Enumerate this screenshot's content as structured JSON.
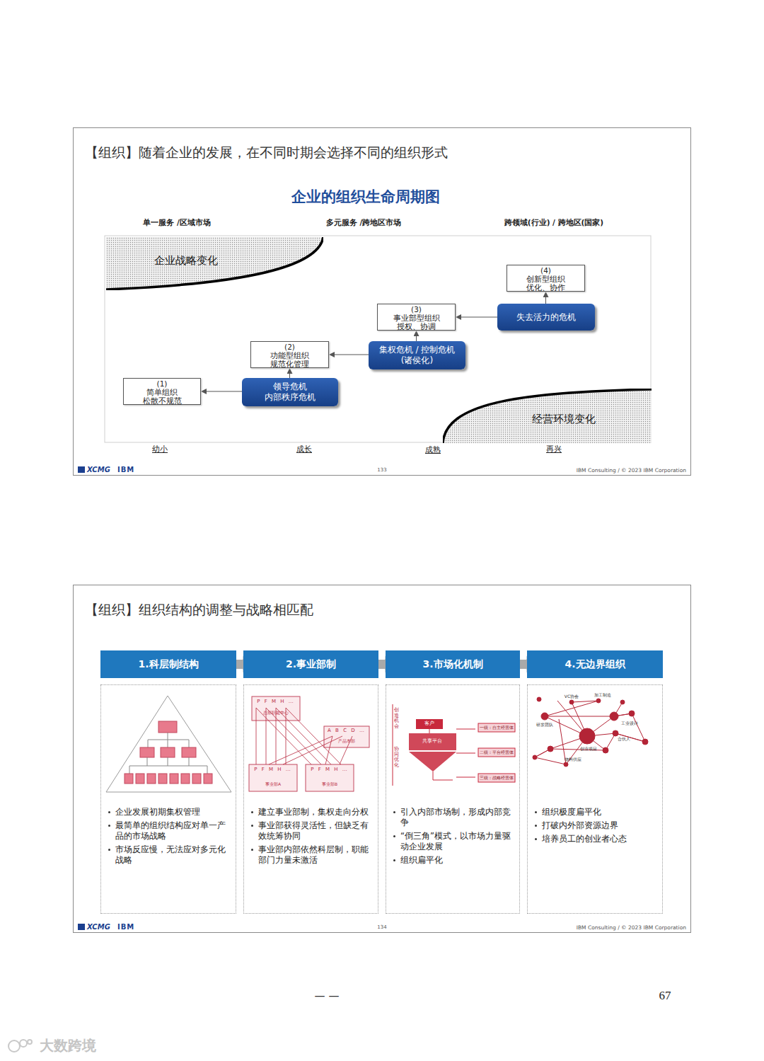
{
  "diagram": {
    "nodes": [
      {
        "text": [
          "【组织】随着企业的发展，在不同时期会选择不同的组织形式"
        ]
      },
      {
        "text": [
          "企业战略变化"
        ],
        "in": 0
      },
      {
        "text": [
          "(4)",
          "创新型组织 优化、协作"
        ],
        "in": 0
      },
      {
        "text": [
          "失去活力的危机"
        ],
        "in": 0
      },
      {
        "text": [
          "(3)",
          "事业部型组织 授权、协调"
        ],
        "in": 0
      },
      {
        "text": [
          "集权危机 / 控制危机(诸侯化)"
        ],
        "in": 0
      },
      {
        "text": [
          "(2)",
          "功能型组织 规范化管理"
        ],
        "in": 0
      },
      {
        "text": [
          "(1)",
          "简单组织 松散不规范"
        ],
        "in": 0
      },
      {
        "text": [
          "领导危机 内部秩序危机"
        ],
        "in": 0
      },
      {
        "text": [
          "经营环境变化"
        ],
        "in": 0
      },
      {
        "text": [
          "【组织】组织结构的调整与战略相匹配"
        ]
      },
      {
        "text": [
          "1.科层制结构"
        ],
        "in": 10
      },
      {
        "text": [
          "2.事业部制"
        ],
        "in": 10
      },
      {
        "text": [
          "3.市场化机制"
        ],
        "in": 10
      },
      {
        "text": [
          "4.无边界组织"
        ],
        "in": 10
      },
      {
        "text": [
          "企业发展初期集权管理",
          "最简单的组织结构应对单一产品的市场战略",
          "市场反应慢，无法应对多元化战略"
        ],
        "in": 10
      },
      {
        "text": [
          "建立事业部制，集权走向分权",
          "事业部获得灵活性，但缺乏有效统筹协同",
          "事业部内部依然科层制，职能部门力量未激活"
        ],
        "in": 10
      },
      {
        "text": [
          "引入内部市场制，形成内部竞争",
          "“倒三角”模式，以市场力量驱动企业发展",
          "组织扁平化"
        ],
        "in": 10
      },
      {
        "text": [
          "组织极度扁平化",
          "打破内外部资源边界",
          "培养员工的创业者心态"
        ],
        "in": 10
      }
    ],
    "edges": [
      {
        "from": 8,
        "to": 7,
        "arrow": "to"
      },
      {
        "from": 8,
        "to": 6,
        "arrow": "to"
      },
      {
        "from": 5,
        "to": 6,
        "arrow": "to"
      },
      {
        "from": 5,
        "to": 4,
        "arrow": "to"
      },
      {
        "from": 3,
        "to": 4,
        "arrow": "to"
      },
      {
        "from": 3,
        "to": 2,
        "arrow": "to"
      },
      {
        "from": 11,
        "to": 12,
        "arrow": "to"
      },
      {
        "from": 12,
        "to": 13,
        "arrow": "to"
      },
      {
        "from": 13,
        "to": 14,
        "arrow": "to"
      }
    ],
    "labels": [
      "企业的组织生命周期图",
      "单一服务 /区域市场",
      "多元服务 /跨地区市场",
      "跨领域(行业) / 跨地区(国家)",
      "幼小",
      "成长",
      "成熟",
      "再兴",
      "XCMG",
      "IBM",
      "133",
      "IBM Consulting / © 2023 IBM Corporation",
      "P F M H …",
      "总部职能中心",
      "A B C D …",
      "产品本部",
      "P F M H …",
      "P F M H …",
      "事业部A",
      "事业部B",
      "客户",
      "共享平台",
      "一级：自主经营体",
      "二级：平台经营体",
      "三级：战略经营体",
      "创造机会",
      "协同优化",
      "VC协会",
      "加工制造",
      "研发团队",
      "工业设计",
      "合伙人",
      "创业项目",
      "物料供应",
      "XCMG",
      "IBM",
      "134",
      "IBM Consulting / © 2023 IBM Corporation",
      "— —",
      "67",
      "大数跨境"
    ]
  }
}
